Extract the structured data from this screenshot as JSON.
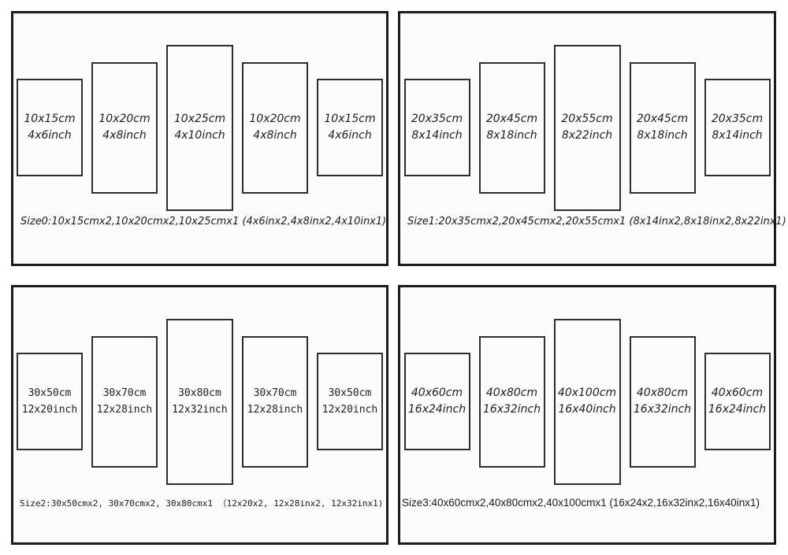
{
  "colors": {
    "page_bg": "#ffffff",
    "panel_bg": "#fbfbfb",
    "panel_border": "#1b1b1b",
    "piece_border": "#2e2e2e",
    "text": "#1f1f1f"
  },
  "panels": [
    {
      "name": "Size0",
      "caption": "Size0:10x15cmx2,10x20cmx2,10x25cmx1 (4x6inx2,4x8inx2,4x10inx1)",
      "pieces": [
        {
          "cm": "10x15cm",
          "inch": "4x6inch"
        },
        {
          "cm": "10x20cm",
          "inch": "4x8inch"
        },
        {
          "cm": "10x25cm",
          "inch": "4x10inch"
        },
        {
          "cm": "10x20cm",
          "inch": "4x8inch"
        },
        {
          "cm": "10x15cm",
          "inch": "4x6inch"
        }
      ]
    },
    {
      "name": "Size1",
      "caption": "Size1:20x35cmx2,20x45cmx2,20x55cmx1 (8x14inx2,8x18inx2,8x22inx1)",
      "pieces": [
        {
          "cm": "20x35cm",
          "inch": "8x14inch"
        },
        {
          "cm": "20x45cm",
          "inch": "8x18inch"
        },
        {
          "cm": "20x55cm",
          "inch": "8x22inch"
        },
        {
          "cm": "20x45cm",
          "inch": "8x18inch"
        },
        {
          "cm": "20x35cm",
          "inch": "8x14inch"
        }
      ]
    },
    {
      "name": "Size2",
      "caption": "Size2:30x50cmx2, 30x70cmx2, 30x80cmx1 （12x20x2, 12x28inx2, 12x32inx1)",
      "pieces": [
        {
          "cm": "30x50cm",
          "inch": "12x20inch"
        },
        {
          "cm": "30x70cm",
          "inch": "12x28inch"
        },
        {
          "cm": "30x80cm",
          "inch": "12x32inch"
        },
        {
          "cm": "30x70cm",
          "inch": "12x28inch"
        },
        {
          "cm": "30x50cm",
          "inch": "12x20inch"
        }
      ]
    },
    {
      "name": "Size3",
      "caption": "Size3:40x60cmx2,40x80cmx2,40x100cmx1 (16x24x2,16x32inx2,16x40inx1)",
      "pieces": [
        {
          "cm": "40x60cm",
          "inch": "16x24inch"
        },
        {
          "cm": "40x80cm",
          "inch": "16x32inch"
        },
        {
          "cm": "40x100cm",
          "inch": "16x40inch"
        },
        {
          "cm": "40x80cm",
          "inch": "16x32inch"
        },
        {
          "cm": "40x60cm",
          "inch": "16x24inch"
        }
      ]
    }
  ]
}
